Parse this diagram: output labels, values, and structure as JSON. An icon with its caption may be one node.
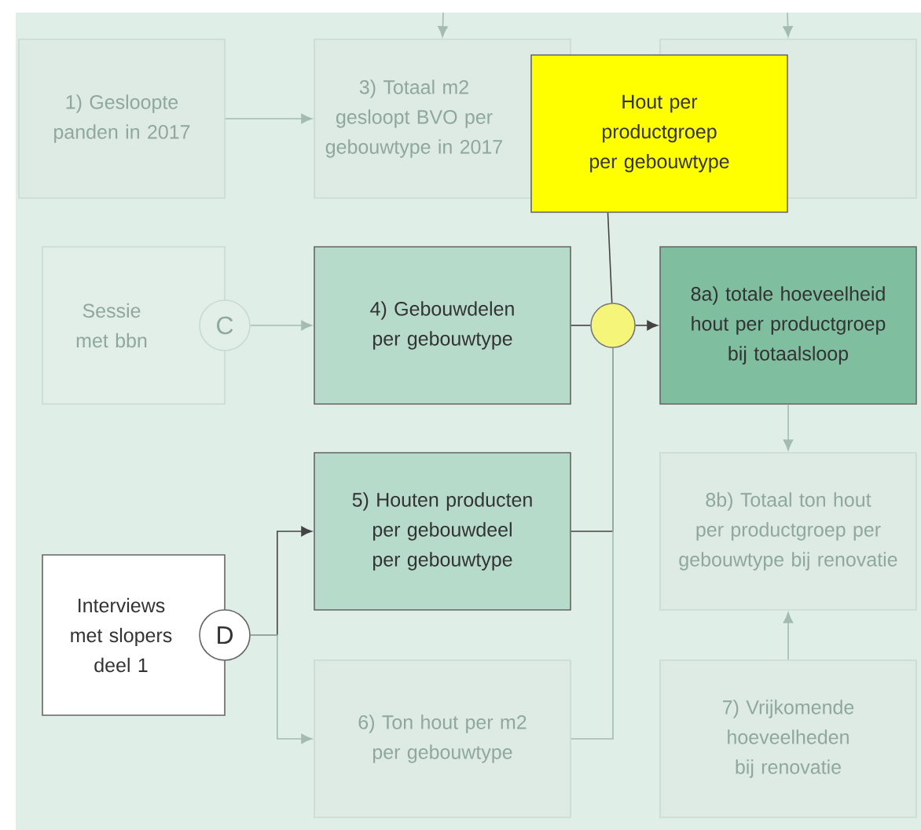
{
  "diagram": {
    "nodes": [
      {
        "text": [
          "1) Gesloopte panden in 2017"
        ]
      },
      {
        "text": [
          "3) Totaal m2 gesloopt BVO per gebouwtype in 2017"
        ]
      },
      {
        "text": [],
        "shape": "box"
      },
      {
        "text": [
          "Hout per productgroep per gebouwtype"
        ]
      },
      {
        "text": [
          "Sessie met bbn"
        ]
      },
      {
        "text": [
          "C"
        ]
      },
      {
        "text": [
          "4) Gebouwdelen per gebouwtype"
        ]
      },
      {
        "text": [],
        "shape": "circle"
      },
      {
        "text": [
          "8a) totale hoeveelheid hout per productgroep bij totaalsloop"
        ]
      },
      {
        "text": [
          "5) Houten producten per gebouwdeel per gebouwtype"
        ]
      },
      {
        "text": [
          "Interviews met slopers deel 1"
        ]
      },
      {
        "text": [
          "D"
        ]
      },
      {
        "text": [
          "8b) Totaal ton hout per productgroep per gebouwtype bij renovatie"
        ]
      },
      {
        "text": [
          "6) Ton hout per m2 per gebouwtype"
        ]
      },
      {
        "text": [
          "7) Vrijkomende hoeveelheden bij renovatie"
        ]
      }
    ],
    "edges": [
      {
        "from": null,
        "to": 1,
        "arrow": "to"
      },
      {
        "from": null,
        "to": 2,
        "arrow": "to"
      },
      {
        "from": 0,
        "to": 1,
        "arrow": "to"
      },
      {
        "from": 5,
        "to": 6,
        "arrow": "to"
      },
      {
        "from": 6,
        "to": 7,
        "arrow": "none",
        "color": "#444444"
      },
      {
        "from": 9,
        "to": 7,
        "arrow": "none",
        "color": "#444444"
      },
      {
        "from": 7,
        "to": 8,
        "arrow": "to",
        "color": "#444444"
      },
      {
        "from": 3,
        "to": 7,
        "arrow": "none",
        "color": "#444444"
      },
      {
        "from": 11,
        "to": 9,
        "arrow": "to",
        "color": "#444444"
      },
      {
        "from": 11,
        "to": 13,
        "arrow": "to"
      },
      {
        "from": 13,
        "to": 7,
        "arrow": "none"
      },
      {
        "from": 8,
        "to": 12,
        "arrow": "to"
      },
      {
        "from": 14,
        "to": 12,
        "arrow": "to"
      }
    ]
  }
}
